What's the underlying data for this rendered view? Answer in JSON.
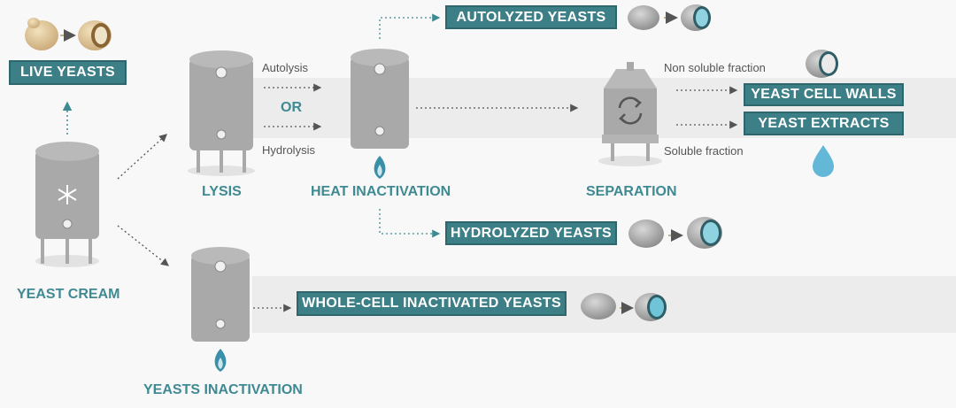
{
  "labels": {
    "live_yeasts": "LIVE YEASTS",
    "yeast_cream": "YEAST CREAM",
    "lysis": "LYSIS",
    "heat_inactivation": "HEAT INACTIVATION",
    "separation": "SEPARATION",
    "yeasts_inactivation": "YEASTS INACTIVATION",
    "autolysis": "Autolysis",
    "or": "OR",
    "hydrolysis": "Hydrolysis",
    "non_soluble_fraction": "Non soluble fraction",
    "soluble_fraction": "Soluble fraction"
  },
  "products": {
    "autolyzed": "AUTOLYZED YEASTS",
    "hydrolyzed": "HYDROLYZED YEASTS",
    "cell_walls": "YEAST CELL WALLS",
    "extracts": "YEAST EXTRACTS",
    "whole_cell": "WHOLE-CELL INACTIVATED YEASTS"
  },
  "colors": {
    "teal_box": "#3d7f86",
    "teal_text": "#3f8a92",
    "tank_grey": "#a9a9a9",
    "flame": "#3a8fa8",
    "band": "#ececec"
  },
  "icons": [
    "snowflake-icon",
    "flame-icon",
    "refresh-icon",
    "droplet-icon",
    "yeast-cell-icon"
  ]
}
